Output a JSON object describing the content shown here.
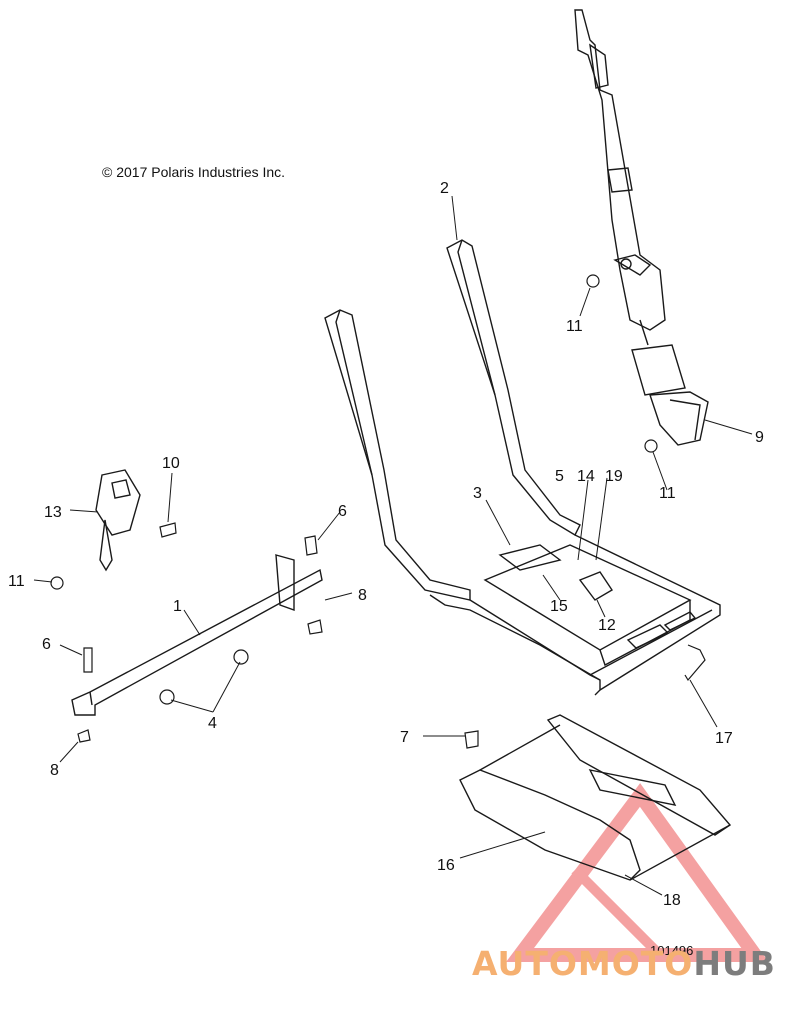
{
  "copyright": "© 2017 Polaris Industries Inc.",
  "diagram_id": "101496",
  "watermark": {
    "brand_part1": "AUTOMOTO",
    "brand_part2": "HUB",
    "brand_color": "#f5b071",
    "hub_color": "#7d7d7d",
    "triangle_color": "#f07a7a"
  },
  "callouts": [
    "1",
    "2",
    "3",
    "4",
    "5",
    "6",
    "6",
    "7",
    "8",
    "8",
    "9",
    "10",
    "11",
    "11",
    "11",
    "12",
    "13",
    "14",
    "15",
    "16",
    "17",
    "18",
    "19"
  ]
}
